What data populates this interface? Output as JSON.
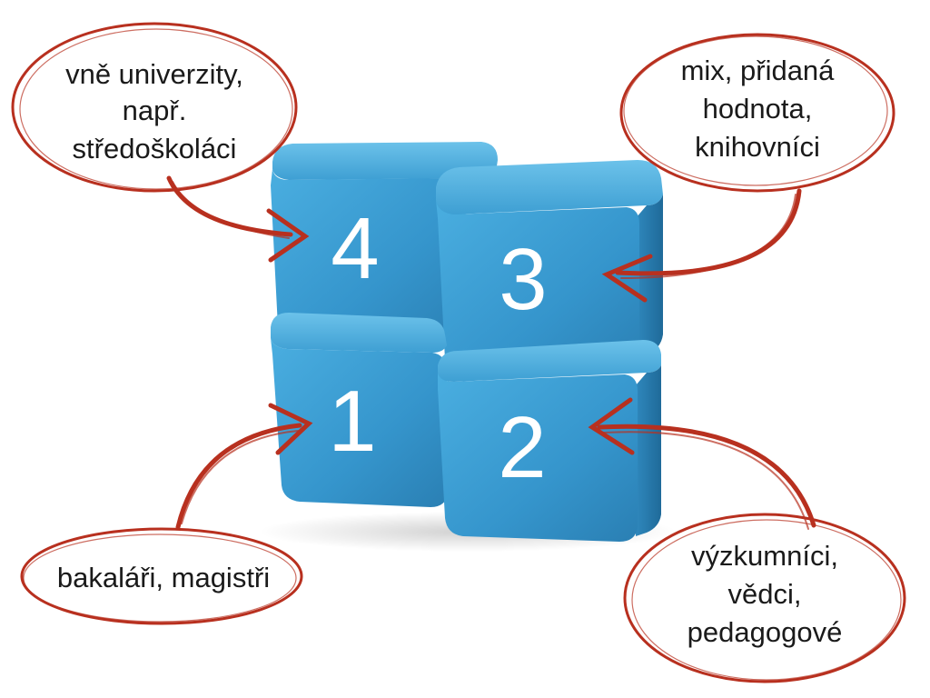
{
  "cubes": [
    {
      "id": "cube-4",
      "number": "4"
    },
    {
      "id": "cube-3",
      "number": "3"
    },
    {
      "id": "cube-1",
      "number": "1"
    },
    {
      "id": "cube-2",
      "number": "2"
    }
  ],
  "callouts": {
    "top_left": [
      "vně univerzity,",
      "např.",
      "středoškoláci"
    ],
    "top_right": [
      "mix, přidaná",
      "hodnota,",
      "knihovníci"
    ],
    "bottom_left": [
      "bakaláři, magistři"
    ],
    "bottom_right": [
      "výzkumníci,",
      "vědci,",
      "pedagogové"
    ]
  },
  "colors": {
    "cube_face": "#3a9ad0",
    "cube_top": "#5cb6e3",
    "cube_shadow": "#1f6f9f",
    "callout_stroke": "#b8301f",
    "arrow": "#b8301f",
    "text": "#1a1a1a"
  }
}
